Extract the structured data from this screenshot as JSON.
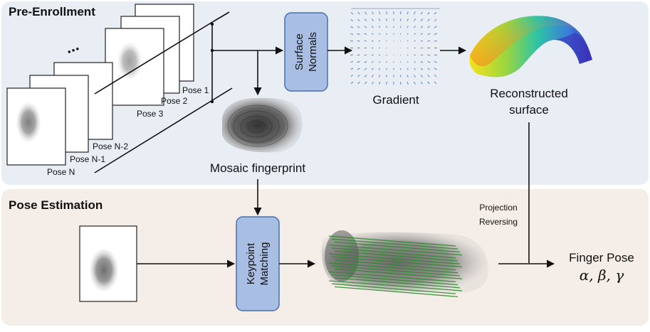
{
  "sections": {
    "pre_enrollment": "Pre-Enrollment",
    "pose_estimation": "Pose Estimation"
  },
  "poses": {
    "pose_n": "Pose N",
    "pose_n_1": "Pose N-1",
    "pose_n_2": "Pose N-2",
    "pose_3": "Pose 3",
    "pose_2": "Pose 2",
    "pose_1": "Pose 1",
    "ellipsis": "..."
  },
  "nodes": {
    "surface_normals": [
      "Surface",
      "Normals"
    ],
    "gradient": "Gradient",
    "reconstructed_surface": [
      "Reconstructed",
      "surface"
    ],
    "mosaic_fingerprint": "Mosaic fingerprint",
    "keypoint_matching": [
      "Keypoint",
      "Matching"
    ],
    "projection_reversing": [
      "Projection",
      "Reversing"
    ],
    "finger_pose": "Finger Pose",
    "finger_pose_angles": "α, β, γ"
  },
  "colors": {
    "pre_enrollment_bg": "#e9eef5",
    "pose_estimation_bg": "#f5eee8",
    "box_fill": "#a9bee3",
    "box_stroke": "#4a6fae"
  }
}
